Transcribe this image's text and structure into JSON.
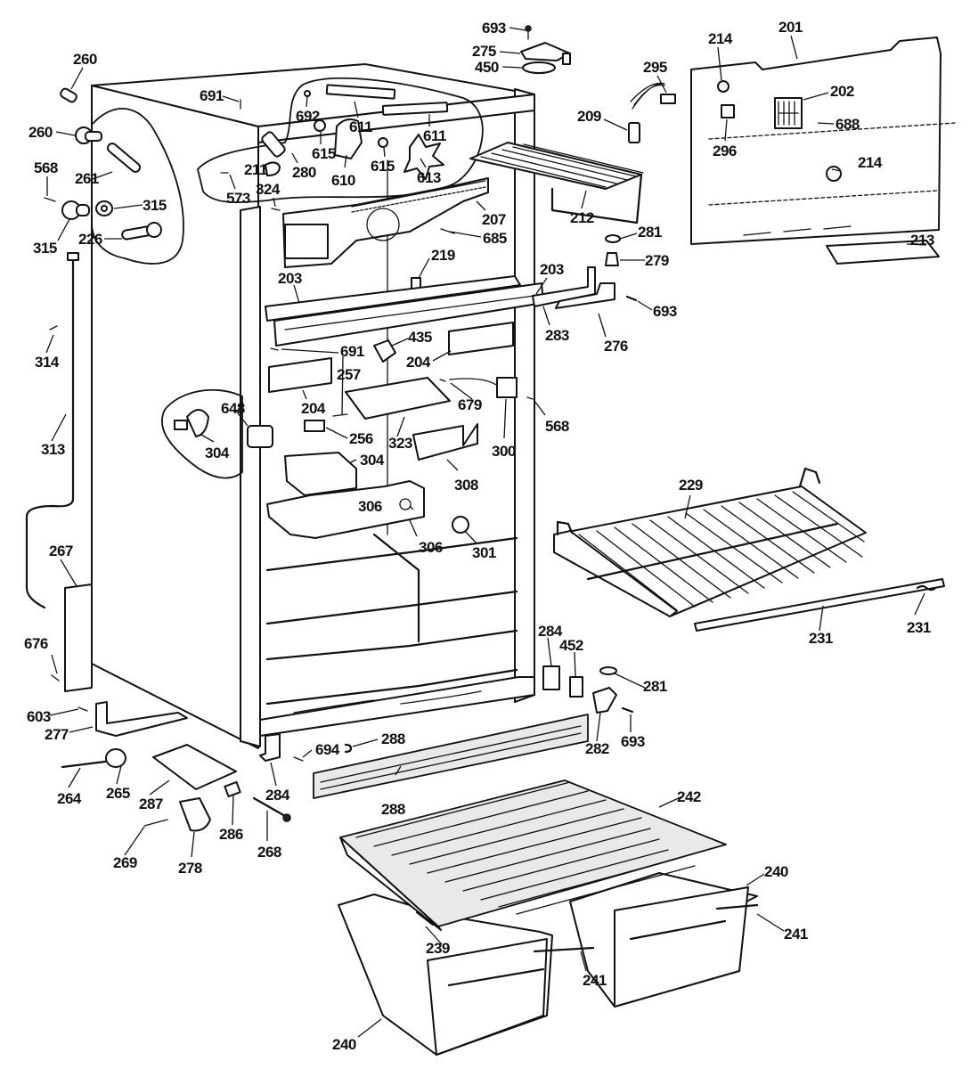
{
  "diagram": {
    "title": "Refrigerator cabinet parts exploded view",
    "colors": {
      "ink": "#111111",
      "paper": "#ffffff"
    },
    "labels": [
      {
        "id": "260",
        "text": "260",
        "part": "water-valve-fitting"
      },
      {
        "id": "260b",
        "text": "260",
        "part": "water-valve-elbow"
      },
      {
        "id": "261",
        "text": "261",
        "part": "water-tube"
      },
      {
        "id": "568",
        "text": "568",
        "part": "screw"
      },
      {
        "id": "315",
        "text": "315",
        "part": "grommet"
      },
      {
        "id": "315b",
        "text": "315",
        "part": "valve-bracket"
      },
      {
        "id": "226",
        "text": "226",
        "part": "fill-tube"
      },
      {
        "id": "314",
        "text": "314",
        "part": "tube-clip"
      },
      {
        "id": "313",
        "text": "313",
        "part": "water-line"
      },
      {
        "id": "267",
        "text": "267",
        "part": "side-panel"
      },
      {
        "id": "676",
        "text": "676",
        "part": "screw"
      },
      {
        "id": "603",
        "text": "603",
        "part": "screw"
      },
      {
        "id": "277",
        "text": "277",
        "part": "leveling-bracket"
      },
      {
        "id": "264",
        "text": "264",
        "part": "axle"
      },
      {
        "id": "265",
        "text": "265",
        "part": "roller"
      },
      {
        "id": "287",
        "text": "287",
        "part": "roller-bracket"
      },
      {
        "id": "269",
        "text": "269",
        "part": "pin"
      },
      {
        "id": "278",
        "text": "278",
        "part": "caster"
      },
      {
        "id": "286",
        "text": "286",
        "part": "nut"
      },
      {
        "id": "268",
        "text": "268",
        "part": "leveling-screw"
      },
      {
        "id": "284",
        "text": "284",
        "part": "hinge-shim"
      },
      {
        "id": "694",
        "text": "694",
        "part": "screw"
      },
      {
        "id": "288",
        "text": "288",
        "part": "grille-clip"
      },
      {
        "id": "288b",
        "text": "288",
        "part": "toe-grille"
      },
      {
        "id": "691",
        "text": "691",
        "part": "screw"
      },
      {
        "id": "692",
        "text": "692",
        "part": "screw"
      },
      {
        "id": "611",
        "text": "611",
        "part": "motor-bracket"
      },
      {
        "id": "611b",
        "text": "611",
        "part": "motor-bracket"
      },
      {
        "id": "615",
        "text": "615",
        "part": "grommet"
      },
      {
        "id": "615b",
        "text": "615",
        "part": "grommet"
      },
      {
        "id": "610",
        "text": "610",
        "part": "fan-motor"
      },
      {
        "id": "613",
        "text": "613",
        "part": "fan-blade"
      },
      {
        "id": "211",
        "text": "211",
        "part": "light-socket"
      },
      {
        "id": "280",
        "text": "280",
        "part": "light-bulb"
      },
      {
        "id": "573",
        "text": "573",
        "part": "screw"
      },
      {
        "id": "324",
        "text": "324",
        "part": "screw"
      },
      {
        "id": "207",
        "text": "207",
        "part": "evaporator-cover"
      },
      {
        "id": "685",
        "text": "685",
        "part": "screw"
      },
      {
        "id": "219",
        "text": "219",
        "part": "damper"
      },
      {
        "id": "203",
        "text": "203",
        "part": "freezer-divider"
      },
      {
        "id": "203b",
        "text": "203",
        "part": "divider-rail"
      },
      {
        "id": "693",
        "text": "693",
        "part": "screw"
      },
      {
        "id": "275",
        "text": "275",
        "part": "top-hinge"
      },
      {
        "id": "450",
        "text": "450",
        "part": "hinge-shim"
      },
      {
        "id": "295",
        "text": "295",
        "part": "wire-harness"
      },
      {
        "id": "209",
        "text": "209",
        "part": "switch"
      },
      {
        "id": "212",
        "text": "212",
        "part": "freezer-shelf"
      },
      {
        "id": "281",
        "text": "281",
        "part": "washer"
      },
      {
        "id": "279",
        "text": "279",
        "part": "hinge-pin"
      },
      {
        "id": "283",
        "text": "283",
        "part": "center-hinge-plate"
      },
      {
        "id": "276",
        "text": "276",
        "part": "center-hinge"
      },
      {
        "id": "693b",
        "text": "693",
        "part": "screw"
      },
      {
        "id": "214",
        "text": "214",
        "part": "control-knob"
      },
      {
        "id": "201",
        "text": "201",
        "part": "freezer-liner-panel"
      },
      {
        "id": "202",
        "text": "202",
        "part": "air-grille"
      },
      {
        "id": "688",
        "text": "688",
        "part": "screw"
      },
      {
        "id": "296",
        "text": "296",
        "part": "light-switch"
      },
      {
        "id": "214b",
        "text": "214",
        "part": "control-knob"
      },
      {
        "id": "213",
        "text": "213",
        "part": "ice-tray"
      },
      {
        "id": "691b",
        "text": "691",
        "part": "screw"
      },
      {
        "id": "435",
        "text": "435",
        "part": "light-shield"
      },
      {
        "id": "204",
        "text": "204",
        "part": "shelf-support"
      },
      {
        "id": "204b",
        "text": "204",
        "part": "shelf-support"
      },
      {
        "id": "257",
        "text": "257",
        "part": "screw"
      },
      {
        "id": "679",
        "text": "679",
        "part": "screw"
      },
      {
        "id": "648",
        "text": "648",
        "part": "control-knob"
      },
      {
        "id": "304",
        "text": "304",
        "part": "thermostat"
      },
      {
        "id": "304b",
        "text": "304",
        "part": "control-housing"
      },
      {
        "id": "256",
        "text": "256",
        "part": "switch"
      },
      {
        "id": "323",
        "text": "323",
        "part": "control-bracket"
      },
      {
        "id": "300",
        "text": "300",
        "part": "defrost-timer"
      },
      {
        "id": "568b",
        "text": "568",
        "part": "screw"
      },
      {
        "id": "308",
        "text": "308",
        "part": "timer-bracket"
      },
      {
        "id": "306",
        "text": "306",
        "part": "control-console-knob"
      },
      {
        "id": "306b",
        "text": "306",
        "part": "control-console"
      },
      {
        "id": "301",
        "text": "301",
        "part": "knob"
      },
      {
        "id": "229",
        "text": "229",
        "part": "fresh-food-shelf"
      },
      {
        "id": "231",
        "text": "231",
        "part": "shelf-trim"
      },
      {
        "id": "231b",
        "text": "231",
        "part": "shelf-clip"
      },
      {
        "id": "284b",
        "text": "284",
        "part": "hinge-shim"
      },
      {
        "id": "452",
        "text": "452",
        "part": "hinge-spacer"
      },
      {
        "id": "281b",
        "text": "281",
        "part": "washer"
      },
      {
        "id": "282",
        "text": "282",
        "part": "bottom-hinge"
      },
      {
        "id": "693c",
        "text": "693",
        "part": "screw"
      },
      {
        "id": "242",
        "text": "242",
        "part": "crisper-cover"
      },
      {
        "id": "240",
        "text": "240",
        "part": "crisper-drawer-right"
      },
      {
        "id": "241",
        "text": "241",
        "part": "drawer-handle-right"
      },
      {
        "id": "239",
        "text": "239",
        "part": "cover-support"
      },
      {
        "id": "241b",
        "text": "241",
        "part": "drawer-handle-left"
      },
      {
        "id": "240b",
        "text": "240",
        "part": "crisper-drawer-left"
      }
    ]
  }
}
